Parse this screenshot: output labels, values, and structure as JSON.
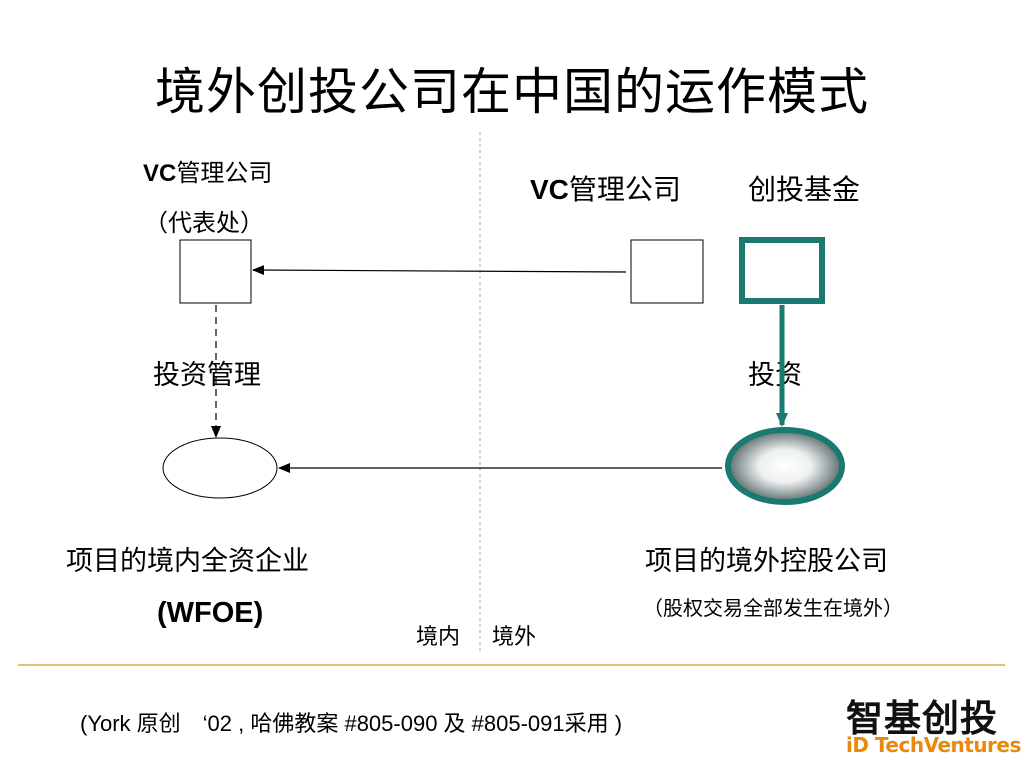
{
  "title": "境外创投公司在中国的运作模式",
  "left": {
    "mgmt_prefix": "VC",
    "mgmt_suffix": "管理公司",
    "rep_office": "（代表处）",
    "edge_label": "投资管理",
    "entity": "项目的境内全资企业",
    "entity_abbr": "(WFOE)"
  },
  "right": {
    "mgmt_prefix": "VC",
    "mgmt_suffix": "管理公司",
    "fund": "创投基金",
    "edge_label": "投资",
    "entity": "项目的境外控股公司",
    "entity_note": "（股权交易全部发生在境外）"
  },
  "divider": {
    "domestic": "境内",
    "overseas": "境外"
  },
  "footer": {
    "note": "(York 原创　‘02 , 哈佛教案 #805-090 及 #805-091采用 )"
  },
  "logo": {
    "cn": "智基创投",
    "en": "iD TechVentures"
  },
  "colors": {
    "teal": "#1a7a72",
    "orange_rule": "#e9a24a",
    "logo_orange": "#e8890c"
  }
}
